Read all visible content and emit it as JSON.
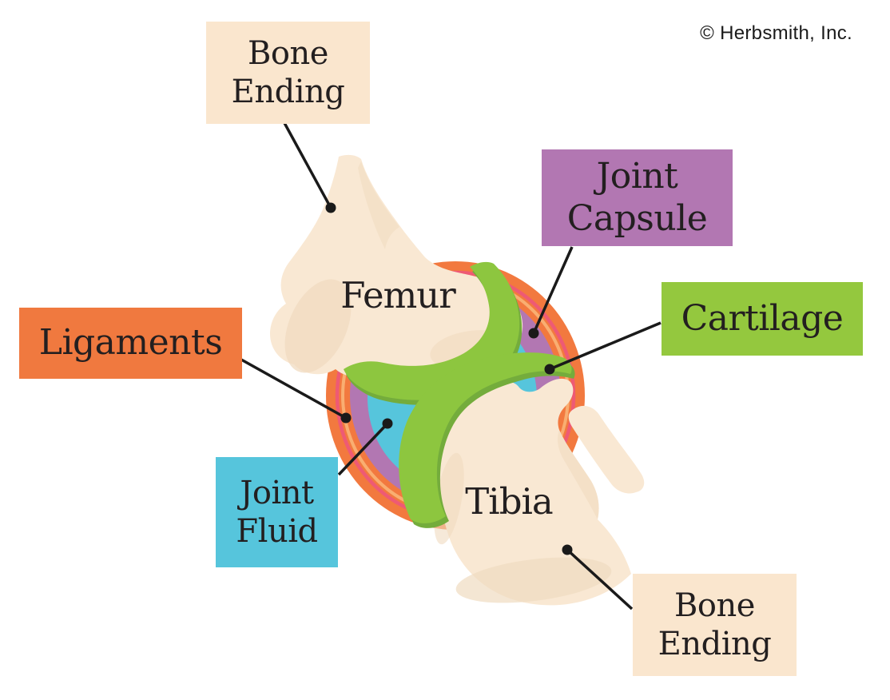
{
  "copyright": "© Herbsmith, Inc.",
  "bones": {
    "femur": "Femur",
    "tibia": "Tibia"
  },
  "callouts": {
    "bone_ending_top": {
      "line1": "Bone",
      "line2": "Ending",
      "bg": "#FAE6CE"
    },
    "joint_capsule": {
      "line1": "Joint",
      "line2": "Capsule",
      "bg": "#B277B2"
    },
    "cartilage": {
      "line1": "Cartilage",
      "bg": "#94C83E"
    },
    "ligaments": {
      "line1": "Ligaments",
      "bg": "#F0793F"
    },
    "joint_fluid": {
      "line1": "Joint",
      "line2": "Fluid",
      "bg": "#56C5DC"
    },
    "bone_ending_bottom": {
      "line1": "Bone",
      "line2": "Ending",
      "bg": "#FAE6CE"
    }
  },
  "anatomy_colors": {
    "bone": "#F9E8D3",
    "bone_shade": "#F0DBC0",
    "cartilage": "#8DC63F",
    "cartilage_shade": "#74AC3C",
    "joint_fluid": "#56C5DC",
    "joint_capsule": "#B277B2",
    "ligament": "#F2793F",
    "ligament_stripe_pink": "#EE5A74",
    "ligament_stripe_light": "#F9AE71",
    "line": "#1A1A1A",
    "text": "#231F20"
  }
}
